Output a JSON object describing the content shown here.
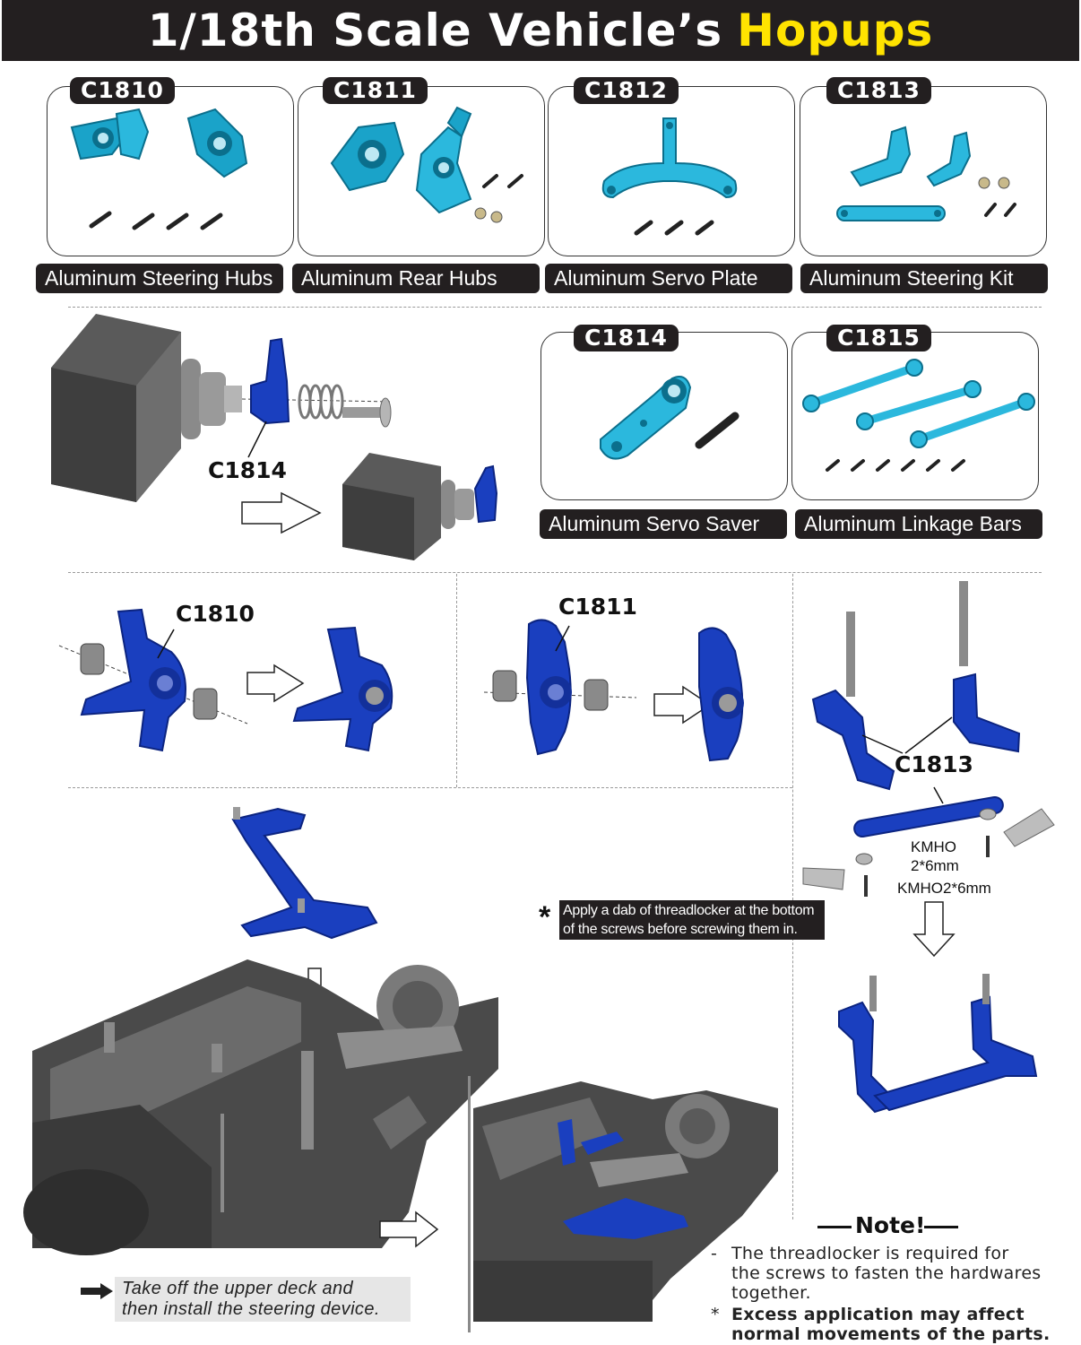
{
  "header": {
    "title": "1/18th Scale Vehicle’s",
    "accent": "Hopups"
  },
  "products": [
    {
      "code": "C1810",
      "name": "Aluminum Steering Hubs"
    },
    {
      "code": "C1811",
      "name": "Aluminum Rear Hubs"
    },
    {
      "code": "C1812",
      "name": "Aluminum Servo Plate"
    },
    {
      "code": "C1813",
      "name": "Aluminum Steering Kit"
    },
    {
      "code": "C1814",
      "name": "Aluminum Servo Saver"
    },
    {
      "code": "C1815",
      "name": "Aluminum Linkage Bars"
    }
  ],
  "diagram_labels": {
    "servo_saver": "C1814",
    "steering_hub": "C1810",
    "rear_hub": "C1811",
    "steering_kit": "C1813",
    "screw_1_line1": "KMHO",
    "screw_1_line2": "2*6mm",
    "screw_2": "KMHO2*6mm"
  },
  "tip": {
    "star": "*",
    "line1": "Apply a dab of threadlocker at the bottom",
    "line2": "of the screws before screwing them in."
  },
  "instruction": {
    "line1": "Take off the upper deck and",
    "line2": "then install the steering device."
  },
  "note": {
    "title": "Note!",
    "item1_mark": "-",
    "item1_line1": "The threadlocker is required for",
    "item1_line2": "the screws to fasten the hardwares",
    "item1_line3": "together.",
    "item2_mark": "*",
    "item2_line1": "Excess application may affect",
    "item2_line2": "normal movements of the parts."
  },
  "colors": {
    "header_bg": "#231f20",
    "accent": "#ffe300",
    "part_cyan": "#1aa3c9",
    "part_blue": "#1a3fbf",
    "chassis": "#4a4a4a"
  }
}
